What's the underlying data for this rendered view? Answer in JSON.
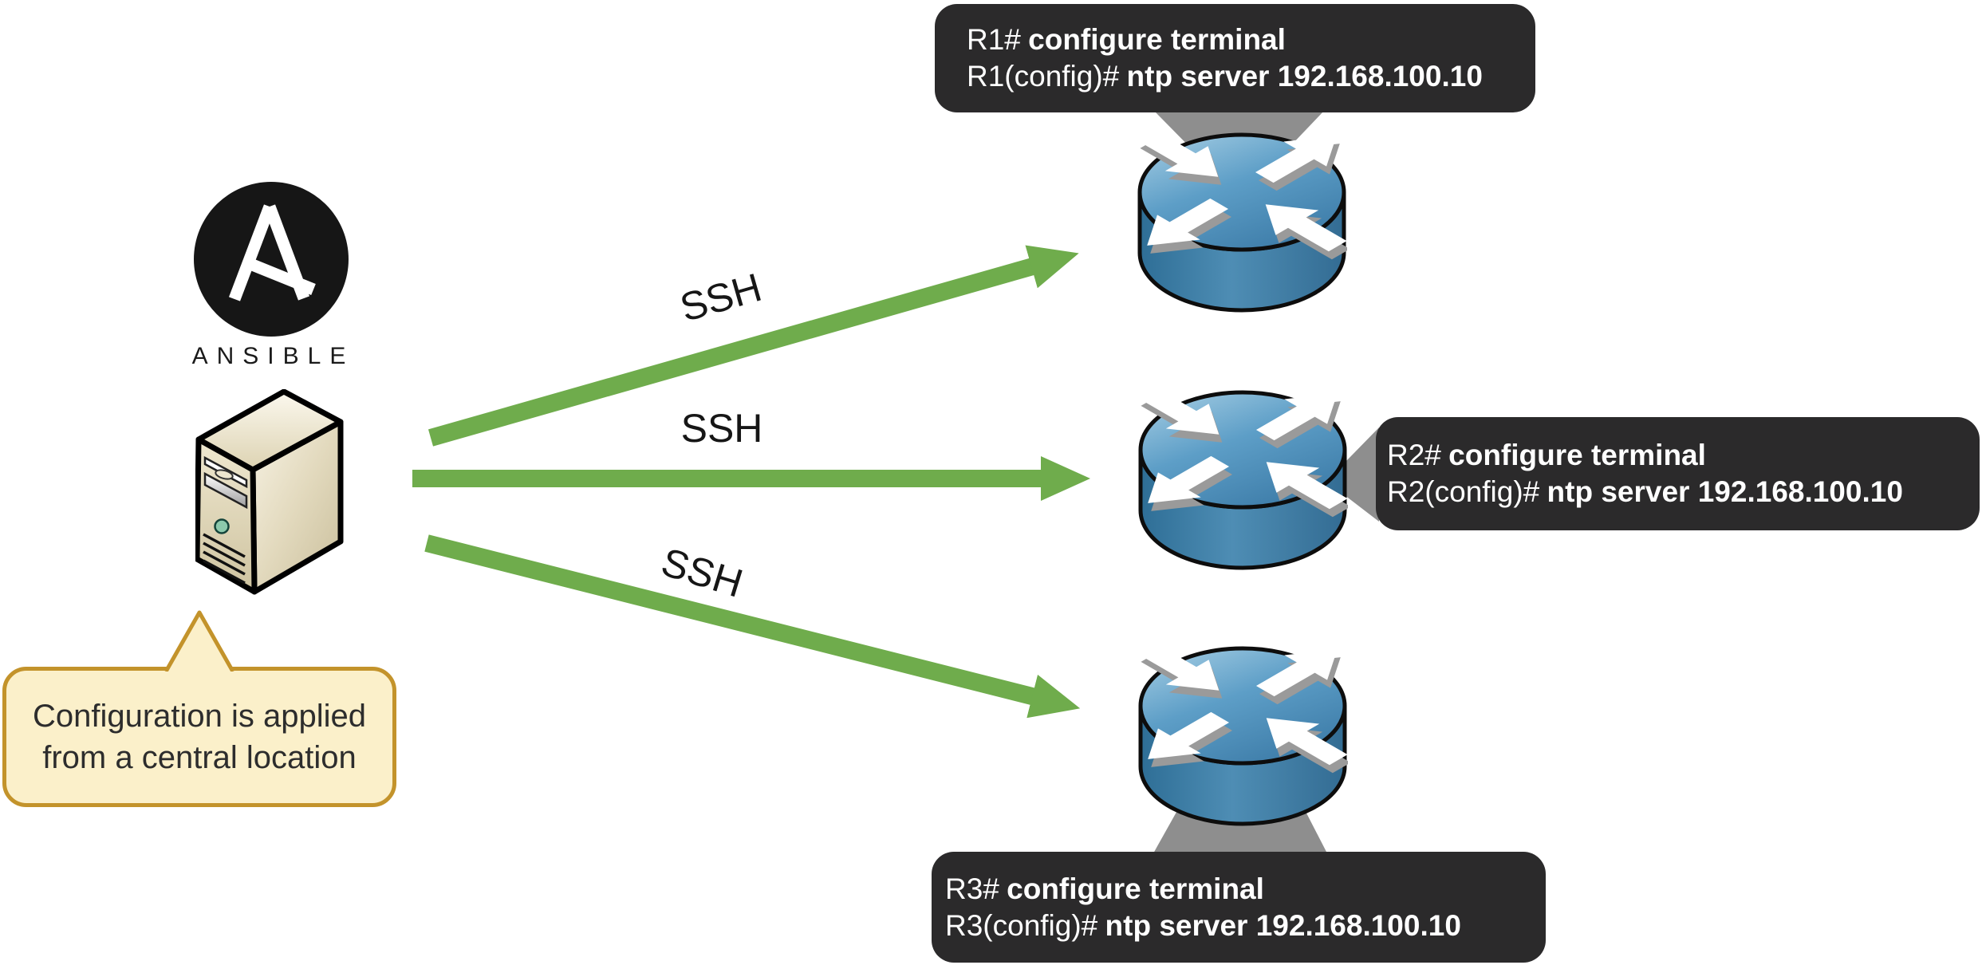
{
  "brand": {
    "name": "ANSIBLE"
  },
  "note": {
    "lines": [
      "Configuration is applied",
      "from a central location"
    ]
  },
  "links": [
    {
      "label": "SSH"
    },
    {
      "label": "SSH"
    },
    {
      "label": "SSH"
    }
  ],
  "devices": [
    {
      "name": "router-1",
      "code": [
        {
          "prompt": "R1#",
          "command": "configure terminal"
        },
        {
          "prompt": "R1(config)#",
          "command": "ntp server 192.168.100.10"
        }
      ]
    },
    {
      "name": "router-2",
      "code": [
        {
          "prompt": "R2#",
          "command": "configure terminal"
        },
        {
          "prompt": "R2(config)#",
          "command": "ntp server 192.168.100.10"
        }
      ]
    },
    {
      "name": "router-3",
      "code": [
        {
          "prompt": "R3#",
          "command": "configure terminal"
        },
        {
          "prompt": "R3(config)#",
          "command": "ntp server 192.168.100.10"
        }
      ]
    }
  ],
  "colors": {
    "arrow_green": "#6FAC4C",
    "router_blue_top": "#5D9EC7",
    "router_blue_side": "#2E6E96",
    "code_box_bg": "#2B2A2B",
    "code_text": "#FFFFFF",
    "note_bg": "#FBF0CA",
    "note_border": "#C3932B",
    "pointer_gray": "#8E8E8E",
    "logo_black": "#161616"
  }
}
